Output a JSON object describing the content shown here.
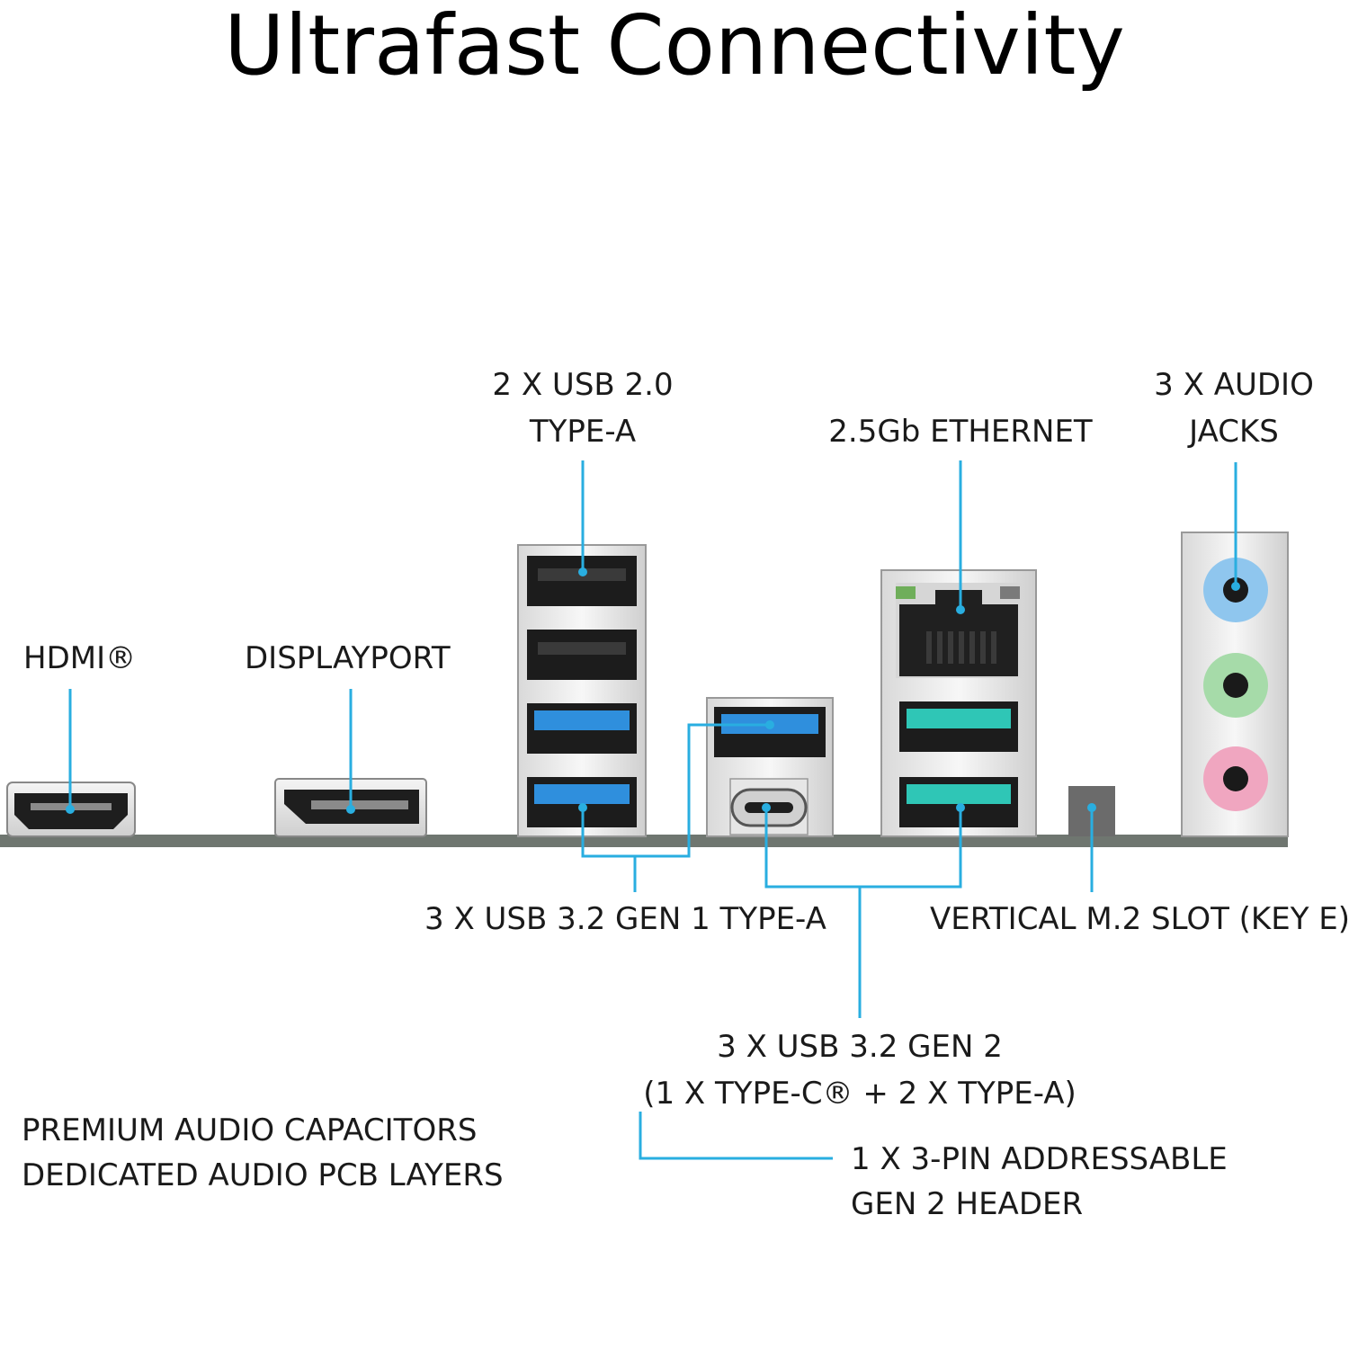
{
  "title": "Ultrafast Connectivity",
  "colors": {
    "callout_line": "#29aee0",
    "usb2_port": "#1c1c1c",
    "usb32_gen1_port": "#2f8fdd",
    "usb32_gen2_port": "#2fc6b6",
    "audio_blue": "#8fc6ee",
    "audio_green": "#a6dba9",
    "audio_pink": "#f0a6c0",
    "pcb": "#6f7670"
  },
  "labels": {
    "hdmi": "HDMI®",
    "displayport": "DISPLAYPORT",
    "usb20": [
      "2 X USB 2.0",
      "TYPE-A"
    ],
    "ethernet": "2.5Gb ETHERNET",
    "audio": [
      "3 X AUDIO",
      "JACKS"
    ],
    "usb32_gen1": "3 X USB 3.2 GEN 1 TYPE-A",
    "m2": "VERTICAL M.2 SLOT (KEY E)",
    "usb32_gen2": [
      "3 X USB 3.2 GEN 2",
      "(1 X TYPE-C® + 2 X TYPE-A)"
    ],
    "audio_features": [
      "PREMIUM AUDIO CAPACITORS",
      "DEDICATED AUDIO PCB LAYERS"
    ],
    "argb_header": [
      "1 X 3-PIN ADDRESSABLE",
      "GEN 2 HEADER"
    ]
  },
  "icons": [
    "hdmi-port-icon",
    "displayport-port-icon",
    "usb-a-port-icon",
    "usb-c-port-icon",
    "rj45-port-icon",
    "audio-jack-icon",
    "m2-slot-icon"
  ]
}
